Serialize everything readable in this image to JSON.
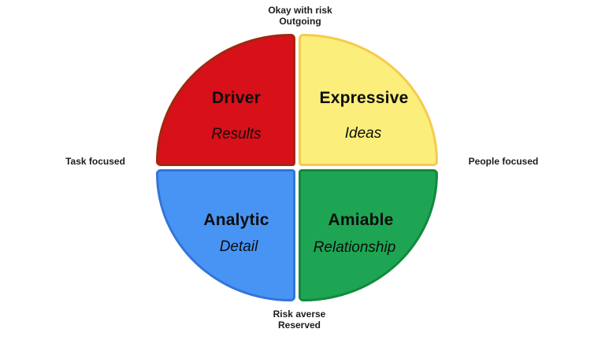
{
  "diagram": {
    "name": "social-styles-quadrant-model",
    "axis_labels": {
      "top": [
        "Okay with risk",
        "Outgoing"
      ],
      "bottom": [
        "Risk averse",
        "Reserved"
      ],
      "left": "Task focused",
      "right": "People focused"
    },
    "quadrants": [
      {
        "position": "top-left",
        "title": "Driver",
        "subtitle": "Results",
        "fill": "#D7101A",
        "border": "#A02810"
      },
      {
        "position": "top-right",
        "title": "Expressive",
        "subtitle": "Ideas",
        "fill": "#FBEE7B",
        "border": "#F5CB4F"
      },
      {
        "position": "bottom-left",
        "title": "Analytic",
        "subtitle": "Detail",
        "fill": "#4894F4",
        "border": "#3474D8"
      },
      {
        "position": "bottom-right",
        "title": "Amiable",
        "subtitle": "Relationship",
        "fill": "#1EA553",
        "border": "#108A3D"
      }
    ],
    "colors": {
      "background": "#FFFFFF",
      "label_text": "#1C1C1C",
      "quadrant_text": "#0D0D0D"
    }
  }
}
